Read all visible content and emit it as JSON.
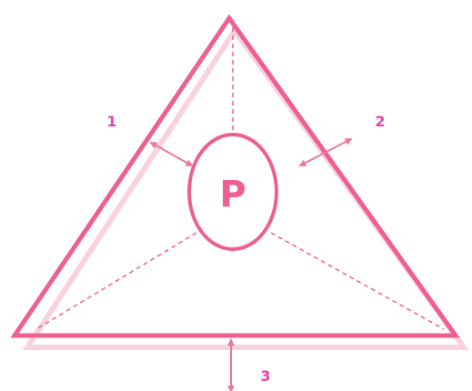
{
  "diagram": {
    "center_label": "P",
    "side_labels": [
      "1",
      "2",
      "3"
    ]
  },
  "colors": {
    "primary": "#ee5f93",
    "shadow": "#f8d2df",
    "label": "#e83fb3",
    "arrow": "#e9799f"
  }
}
